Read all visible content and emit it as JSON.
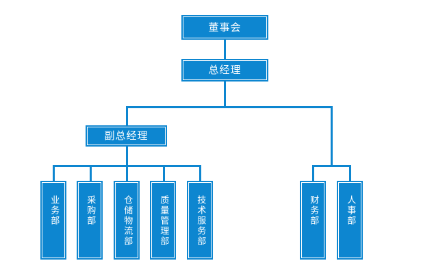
{
  "diagram": {
    "type": "org-chart",
    "accent_color": "#0d86d0",
    "background_color": "#ffffff",
    "text_color": "#ffffff"
  },
  "nodes": {
    "board": {
      "label": "董事会"
    },
    "general_manager": {
      "label": "总经理"
    },
    "deputy_general_manager": {
      "label": "副总经理"
    }
  },
  "left_departments": [
    {
      "label": "业务部"
    },
    {
      "label": "采购部"
    },
    {
      "label": "仓储物流部"
    },
    {
      "label": "质量管理部"
    },
    {
      "label": "技术服务部"
    }
  ],
  "right_departments": [
    {
      "label": "财务部"
    },
    {
      "label": "人事部"
    }
  ]
}
